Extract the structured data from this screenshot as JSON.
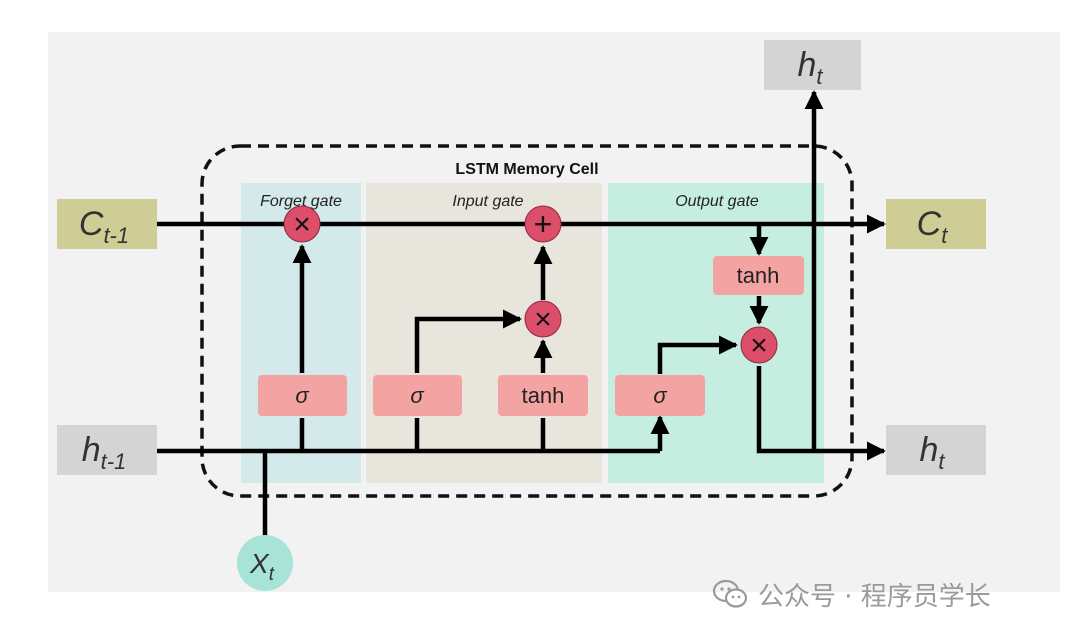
{
  "cell": {
    "title": "LSTM Memory Cell",
    "forget_gate": "Forget gate",
    "input_gate": "Input gate",
    "output_gate": "Output gate"
  },
  "inputs": {
    "c_prev": {
      "base": "C",
      "sub": "t-1"
    },
    "h_prev": {
      "base": "h",
      "sub": "t-1"
    },
    "x": {
      "base": "X",
      "sub": "t"
    }
  },
  "outputs": {
    "c_next": {
      "base": "C",
      "sub": "t"
    },
    "h_next": {
      "base": "h",
      "sub": "t"
    },
    "h_top": {
      "base": "h",
      "sub": "t"
    }
  },
  "blocks": {
    "sigma_forget": "σ",
    "sigma_input": "σ",
    "tanh_input": "tanh",
    "sigma_output": "σ",
    "tanh_output": "tanh"
  },
  "operators": {
    "multiply": "×",
    "add": "+"
  },
  "colors": {
    "cell_state_box": "#cfcd96",
    "hidden_box": "#d4d4d4",
    "x_circle": "#a8e3d8",
    "op_circle": "#dd4e6a",
    "gate_block": "#f4a3a3",
    "forget_bg": "#d4e9ea",
    "input_bg": "#e8e6dc",
    "output_bg": "#c5ede0"
  },
  "watermark": {
    "text": "公众号 · 程序员学长"
  }
}
